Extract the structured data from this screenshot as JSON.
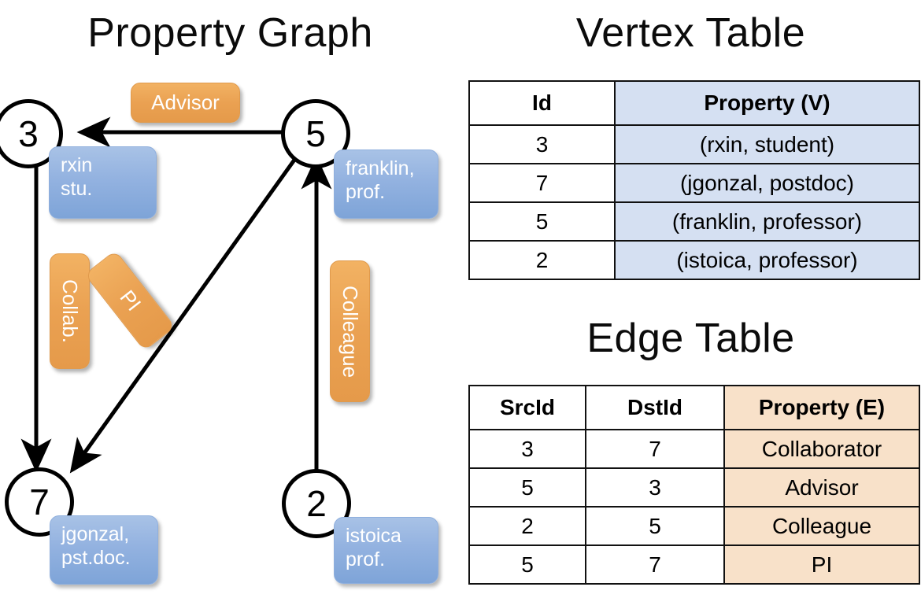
{
  "titles": {
    "property_graph": "Property Graph",
    "vertex_table": "Vertex Table",
    "edge_table": "Edge Table"
  },
  "colors": {
    "vertex_cell": "#d5e0f2",
    "edge_cell": "#f8e1c9",
    "vertex_label_blue": "#93b2e0",
    "edge_label_orange": "#eaa152",
    "stroke": "#000000"
  },
  "graph": {
    "nodes": [
      {
        "id": "3",
        "label_lines": [
          "rxin",
          "stu."
        ]
      },
      {
        "id": "5",
        "label_lines": [
          "franklin,",
          "prof."
        ]
      },
      {
        "id": "7",
        "label_lines": [
          "jgonzal,",
          "pst.doc."
        ]
      },
      {
        "id": "2",
        "label_lines": [
          "istoica",
          "prof."
        ]
      }
    ],
    "edge_labels": [
      {
        "text": "Advisor",
        "rotation": 0
      },
      {
        "text": "Collab.",
        "rotation": 90
      },
      {
        "text": "PI",
        "rotation": 90
      },
      {
        "text": "Colleague",
        "rotation": 90
      }
    ],
    "edges": [
      {
        "src": "5",
        "dst": "3",
        "label": "Advisor"
      },
      {
        "src": "3",
        "dst": "7",
        "label": "Collab."
      },
      {
        "src": "5",
        "dst": "7",
        "label": "PI"
      },
      {
        "src": "2",
        "dst": "5",
        "label": "Colleague"
      }
    ]
  },
  "vertex_table": {
    "headers": [
      "Id",
      "Property (V)"
    ],
    "rows": [
      {
        "id": "3",
        "property": "(rxin, student)"
      },
      {
        "id": "7",
        "property": "(jgonzal, postdoc)"
      },
      {
        "id": "5",
        "property": "(franklin, professor)"
      },
      {
        "id": "2",
        "property": "(istoica, professor)"
      }
    ]
  },
  "edge_table": {
    "headers": [
      "SrcId",
      "DstId",
      "Property (E)"
    ],
    "rows": [
      {
        "src": "3",
        "dst": "7",
        "property": "Collaborator"
      },
      {
        "src": "5",
        "dst": "3",
        "property": "Advisor"
      },
      {
        "src": "2",
        "dst": "5",
        "property": "Colleague"
      },
      {
        "src": "5",
        "dst": "7",
        "property": "PI"
      }
    ]
  }
}
